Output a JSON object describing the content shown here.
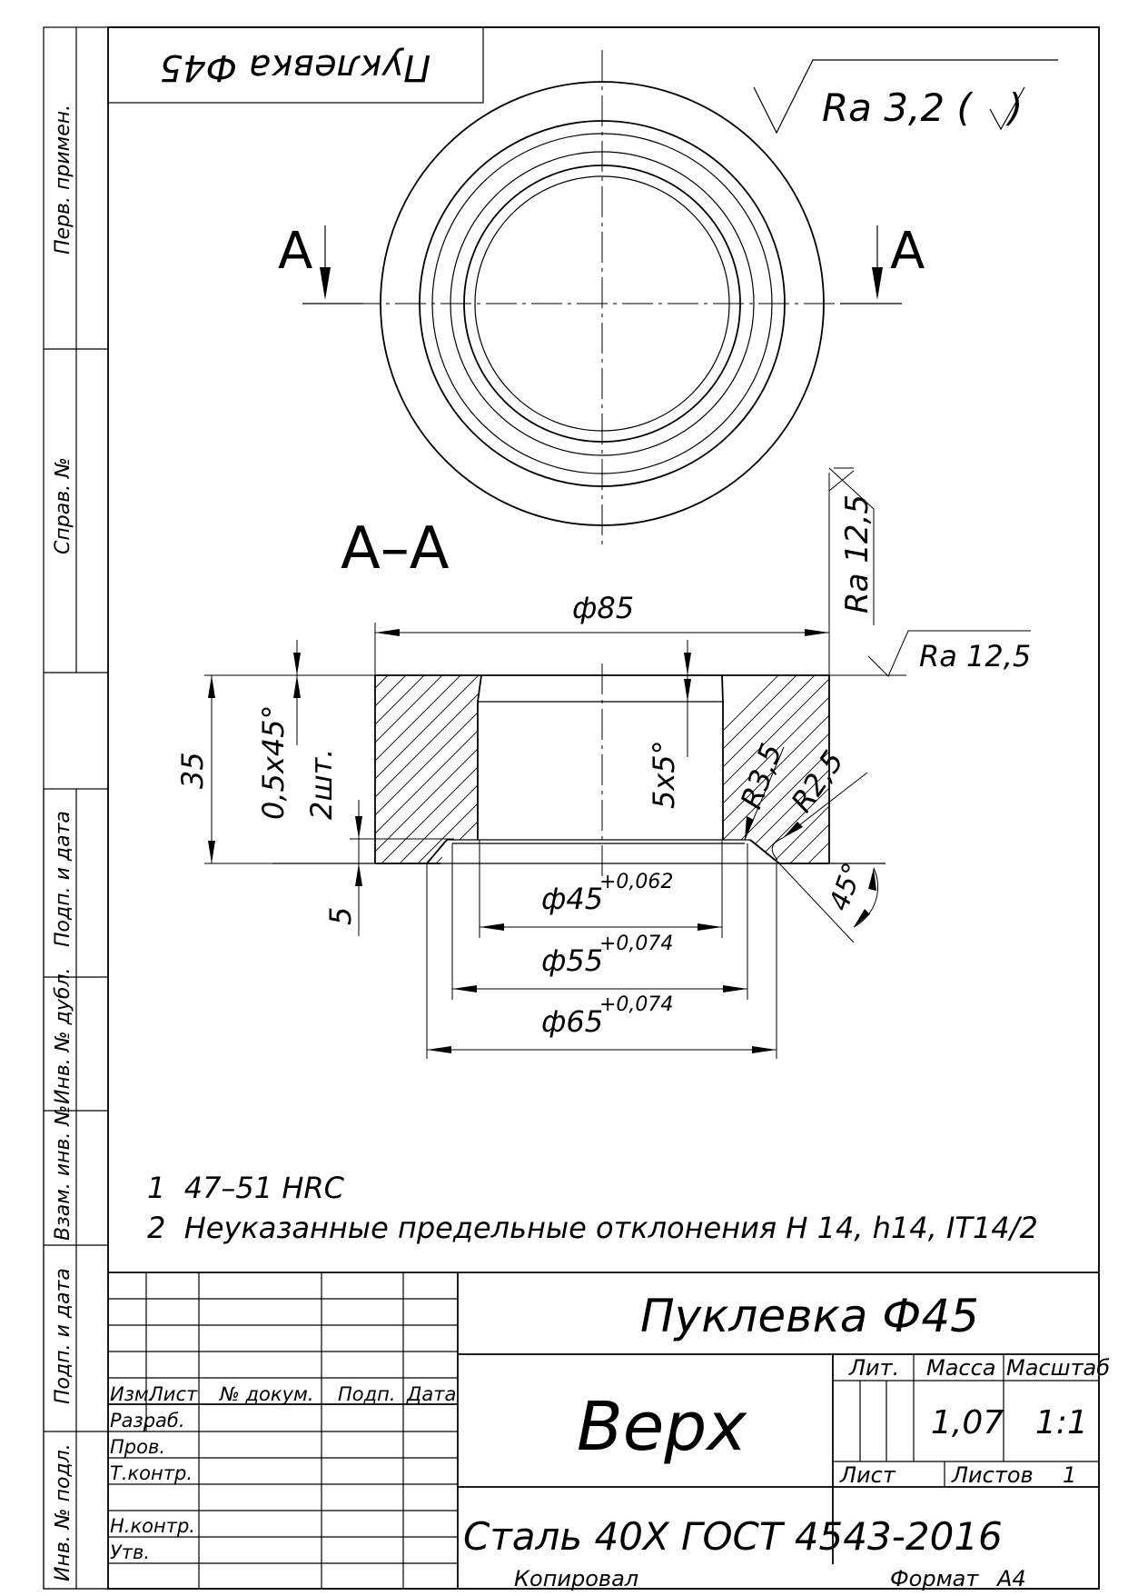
{
  "top_label": "Пуклевка Ф45",
  "roughness_general": "Ra 3,2 (   )",
  "section_mark": "A",
  "section_title": "A–A",
  "dimensions": {
    "d85": "ф85",
    "d45": "ф45",
    "d45_tol": "+0,062",
    "d55": "ф55",
    "d55_tol": "+0,074",
    "d65": "ф65",
    "d65_tol": "+0,074",
    "h35": "35",
    "h5": "5",
    "chamfer": "0,5х45°",
    "chamfer_qty": "2шт.",
    "inner_chamfer": "5х5°",
    "r35": "R3,5",
    "r25": "R2,5",
    "angle": "45°",
    "ra_side": "Ra 12,5",
    "ra_top": "Ra 12,5"
  },
  "notes": [
    "1  47–51 HRC",
    "2  Неуказанные предельные отклонения Н 14, h14, IT14/2"
  ],
  "title_block": {
    "doc_name": "Пуклевка Ф45",
    "part_name": "Верх",
    "material": "Сталь 40Х ГОСТ 4543-2016",
    "col_lit": "Лит.",
    "col_mass": "Масса",
    "col_scale": "Масштаб",
    "mass": "1,07",
    "scale": "1:1",
    "sheet_label": "Лист",
    "sheets_label": "Листов",
    "sheets_count": "1",
    "hdr_izm": "Изм.",
    "hdr_list": "Лист",
    "hdr_doc": "№ докум.",
    "hdr_sign": "Подп.",
    "hdr_date": "Дата",
    "role_dev": "Разраб.",
    "role_check": "Пров.",
    "role_tcontrol": "Т.контр.",
    "role_ncontrol": "Н.контр.",
    "role_approve": "Утв."
  },
  "side_stamps": {
    "perv_primen": "Перв. примен.",
    "sprav_no": "Справ. №",
    "podp_data_1": "Подп. и дата",
    "inv_dubl": "Инв. № дубл.",
    "vzam_inv": "Взам. инв. №",
    "podp_data_2": "Подп. и дата",
    "inv_podl": "Инв. № подл."
  },
  "footer": {
    "copied": "Копировал",
    "format_label": "Формат",
    "format_value": "А4"
  }
}
